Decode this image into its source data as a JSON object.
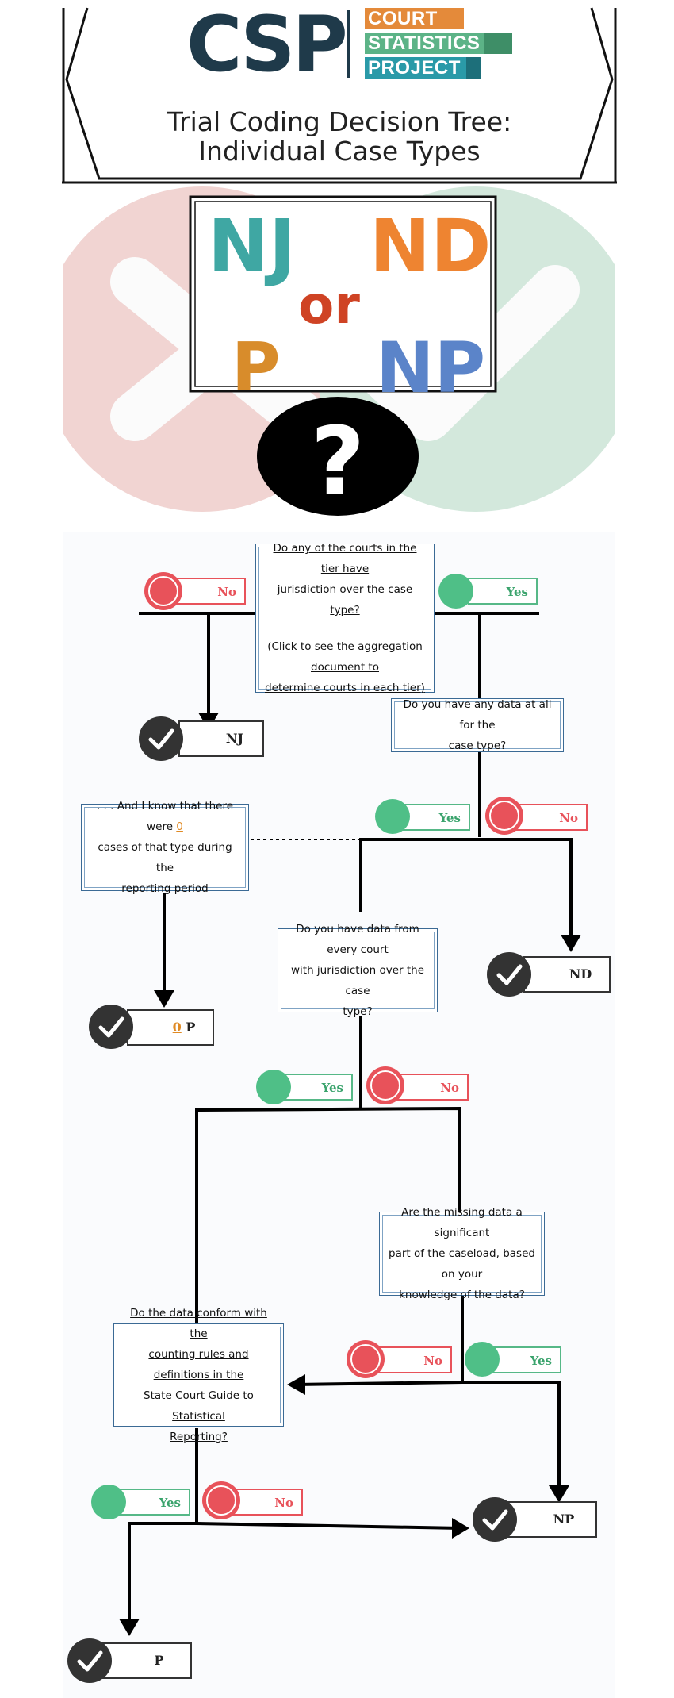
{
  "header": {
    "logo_letters": "CSP",
    "brand_lines": [
      "COURT",
      "STATISTICS",
      "PROJECT"
    ],
    "title_line1": "Trial Coding Decision Tree:",
    "title_line2": "Individual Case Types"
  },
  "hero": {
    "codes": [
      "NJ",
      "ND",
      "P",
      "NP"
    ],
    "connector": "or",
    "question_mark": "?"
  },
  "flow": {
    "q1": {
      "line1": "Do any of the courts in the tier have",
      "line2": "jurisdiction over the case type?",
      "line3": "(Click to see the aggregation document to",
      "line4": "determine courts in each tier)"
    },
    "q2": {
      "line1": "Do you have any data at all for the",
      "line2": "case type?"
    },
    "q3": {
      "line1_pre": ". . . And I know that there were ",
      "zero": "0",
      "line2": "cases of that type during the",
      "line3": "reporting period"
    },
    "q4": {
      "line1": "Do you have data from every court",
      "line2": "with jurisdiction over the case",
      "line3": "type?"
    },
    "q5": {
      "line1": "Are the missing data a significant",
      "line2": "part of the caseload, based on your",
      "line3": "knowledge of the data?"
    },
    "q6": {
      "line1": "Do the data conform with the",
      "line2": "counting rules and definitions in the",
      "line3": "State Court Guide to Statistical",
      "line4": "Reporting?"
    },
    "yes_label": "Yes",
    "no_label": "No",
    "results": {
      "nj": "NJ",
      "nd": "ND",
      "zero": "0",
      "p_suffix": "P",
      "np": "NP",
      "p": "P"
    }
  },
  "colors": {
    "nj": "#3fa7a3",
    "nd": "#ee8431",
    "or": "#cf4324",
    "p": "#d88c2b",
    "np": "#5b84c9",
    "no": "#e8525a",
    "yes": "#4fbf87",
    "box_border": "#3b6a95",
    "navy": "#1f3a4a"
  }
}
